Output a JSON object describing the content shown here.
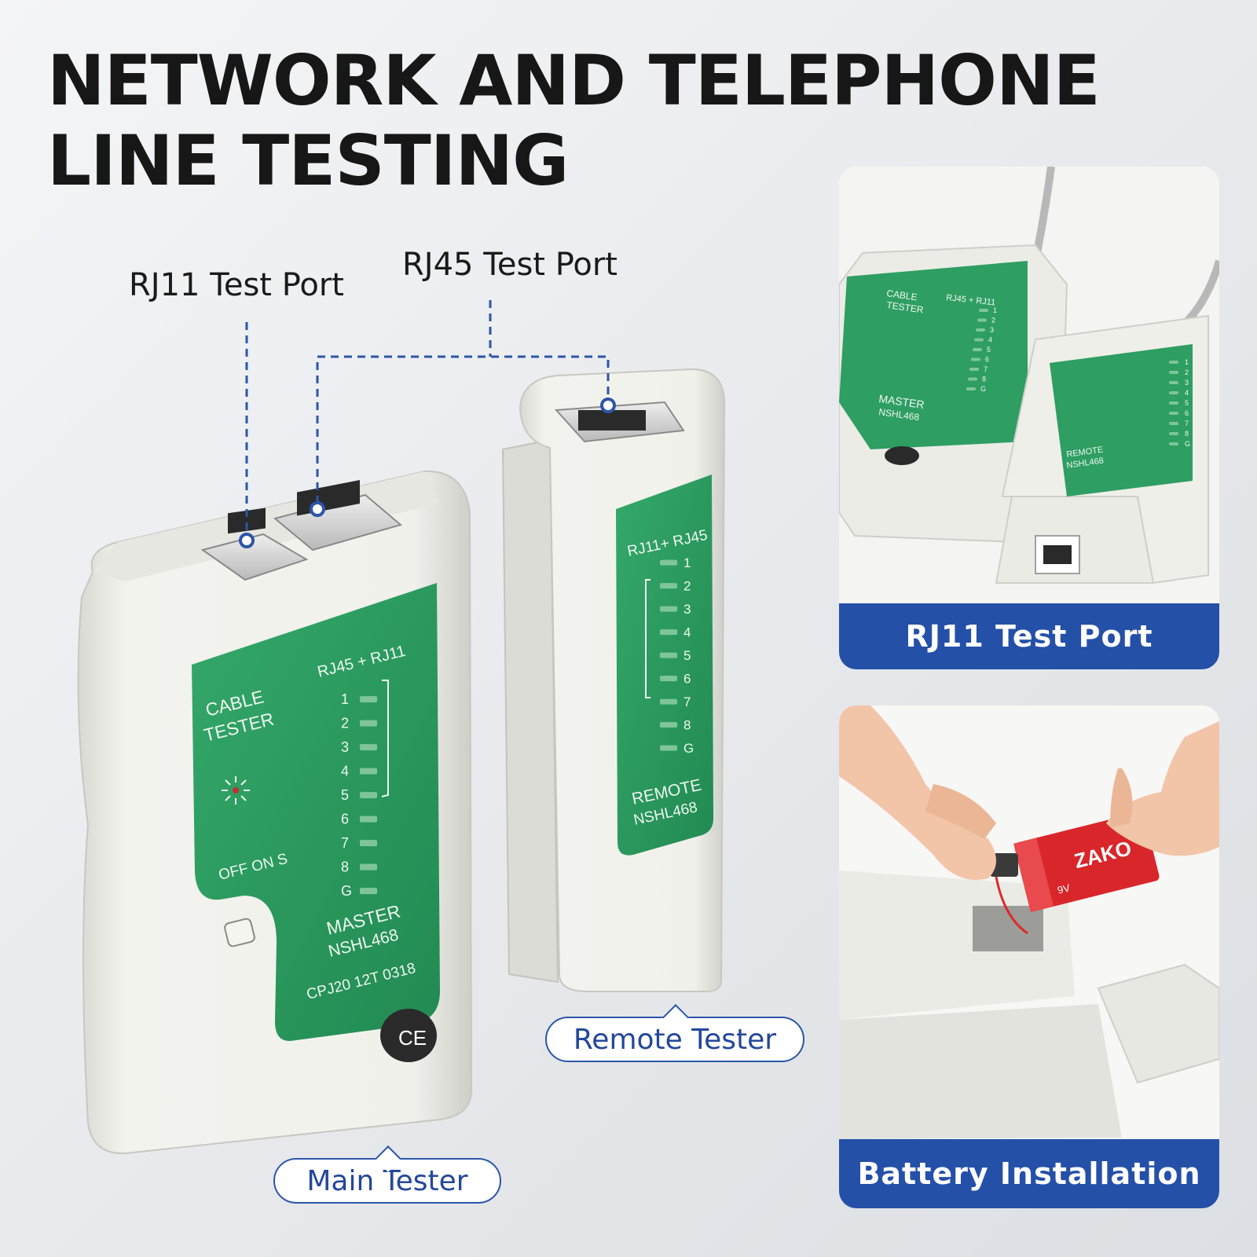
{
  "headline": {
    "line1": "NETWORK AND TELEPHONE",
    "line2": "LINE TESTING"
  },
  "callouts": {
    "rj11": "RJ11 Test Port",
    "rj45": "RJ45 Test Port"
  },
  "labels": {
    "main_tester": "Main Tester",
    "remote_tester": "Remote Tester"
  },
  "main_device": {
    "title": "CABLE TESTER",
    "port_label": "RJ45 + RJ11",
    "pins": [
      "1",
      "2",
      "3",
      "4",
      "5",
      "6",
      "7",
      "8",
      "G"
    ],
    "switch_label": "OFF ON S",
    "model": "MASTER",
    "model_no": "NSHL468",
    "serial": "CPJ20 12T 0318",
    "mark": "CE"
  },
  "remote_device": {
    "port_label": "RJ11+ RJ45",
    "pins": [
      "1",
      "2",
      "3",
      "4",
      "5",
      "6",
      "7",
      "8",
      "G"
    ],
    "model": "REMOTE",
    "model_no": "NSHL468"
  },
  "cards": {
    "rj11_title": "RJ11 Test Port",
    "battery_title": "Battery Installation",
    "battery_brand": "ZAKO",
    "battery_voltage": "9V"
  },
  "colors": {
    "accent_blue": "#2450a8",
    "panel_green": "#2e9e62",
    "device_white": "#f1f1ec"
  }
}
